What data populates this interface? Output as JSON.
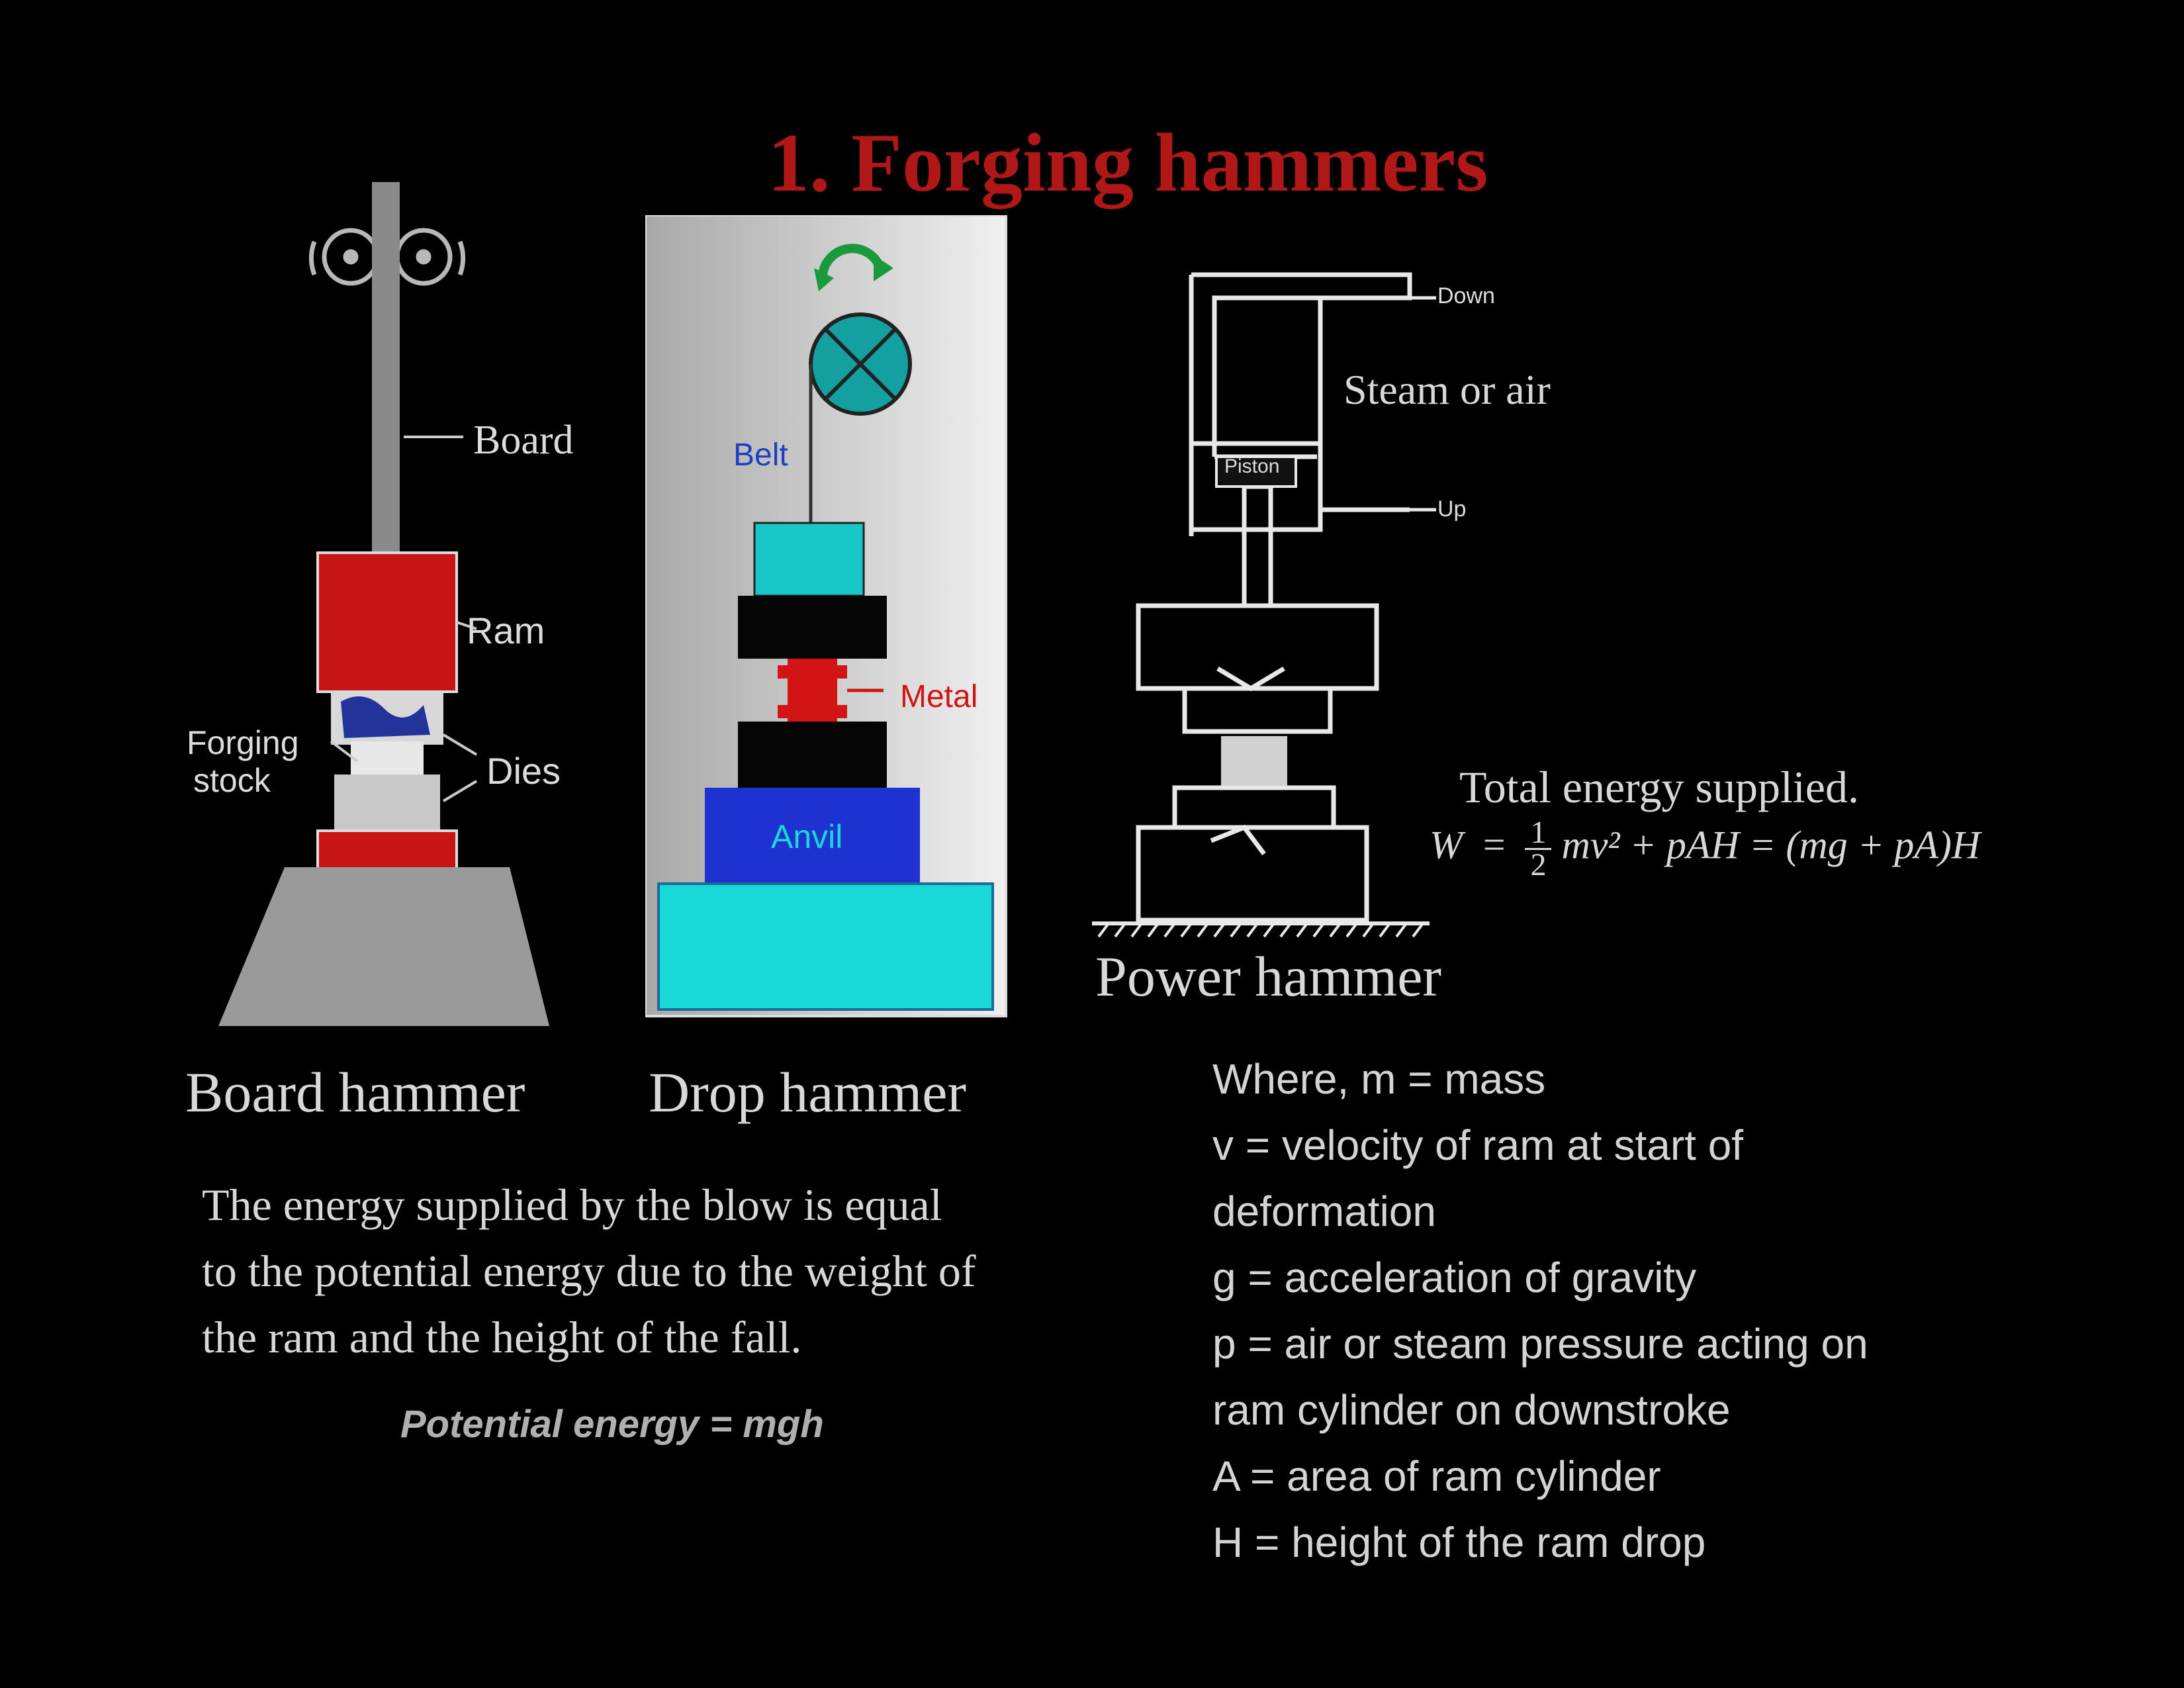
{
  "title": "1. Forging hammers",
  "board_hammer": {
    "labels": {
      "board": "Board",
      "ram": "Ram",
      "forging": "Forging",
      "stock": "stock",
      "dies": "Dies"
    },
    "caption": "Board hammer"
  },
  "drop_hammer": {
    "labels": {
      "belt": "Belt",
      "metal": "Metal",
      "anvil": "Anvil"
    },
    "caption": "Drop hammer"
  },
  "power_hammer": {
    "labels": {
      "down": "Down",
      "steam": "Steam or air",
      "piston": "Piston",
      "up": "Up"
    },
    "caption": "Power hammer"
  },
  "energy": {
    "heading": "Total energy supplied.",
    "formula_w": "W",
    "formula_frac_num": "1",
    "formula_frac_den": "2",
    "formula_rest": "mv² + pAH = (mg + pA)H"
  },
  "explanation": {
    "lines": [
      "The energy supplied by the blow is equal",
      "to the potential energy due to the weight of",
      "the ram and the height of the fall."
    ],
    "potential": "Potential energy = mgh"
  },
  "definitions": [
    "Where, m = mass",
    "v = velocity of ram at start of",
    "deformation",
    "g = acceleration of gravity",
    "p = air or steam pressure acting on",
    "ram cylinder on downstroke",
    "A = area of ram cylinder",
    "H = height of the ram drop"
  ],
  "colors": {
    "title": "#b01818",
    "ram_red": "#c81414",
    "cyan": "#18c8c8",
    "blue": "#1e32d2",
    "teal": "#14a0a0",
    "green_arrow": "#1a9a3a"
  }
}
